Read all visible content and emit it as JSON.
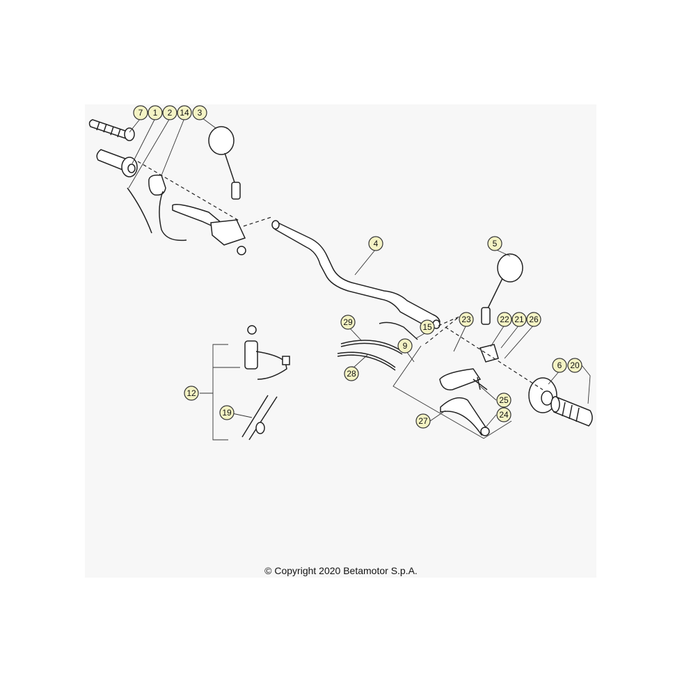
{
  "callouts": [
    "7",
    "1",
    "2",
    "14",
    "3",
    "4",
    "5",
    "29",
    "15",
    "23",
    "22",
    "21",
    "26",
    "9",
    "28",
    "6",
    "20",
    "12",
    "25",
    "19",
    "24",
    "27"
  ],
  "copyright": "© Copyright 2020 Betamotor S.p.A."
}
